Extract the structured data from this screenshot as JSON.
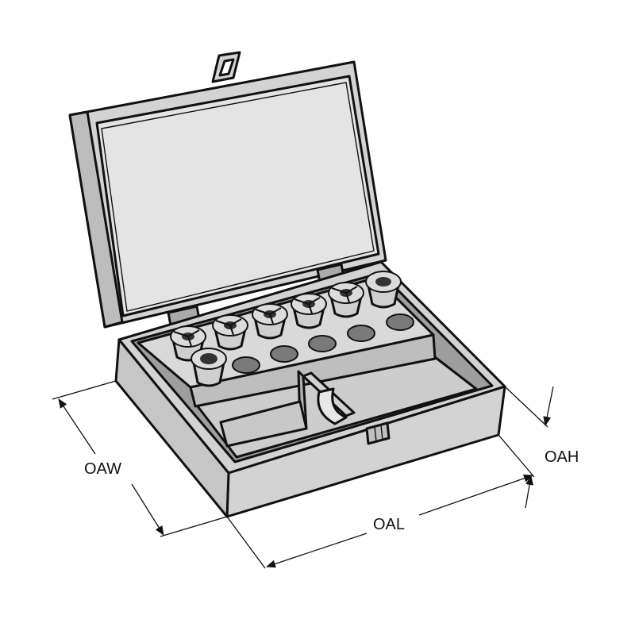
{
  "dimensions": {
    "width_label": "OAW",
    "length_label": "OAL",
    "height_label": "OAH"
  },
  "colors": {
    "body": "#d3d3d3",
    "lid_panel": "#e3e3e3",
    "dark": "#a6a6a6",
    "outline": "#111111",
    "hole": "#7a7a7a"
  }
}
